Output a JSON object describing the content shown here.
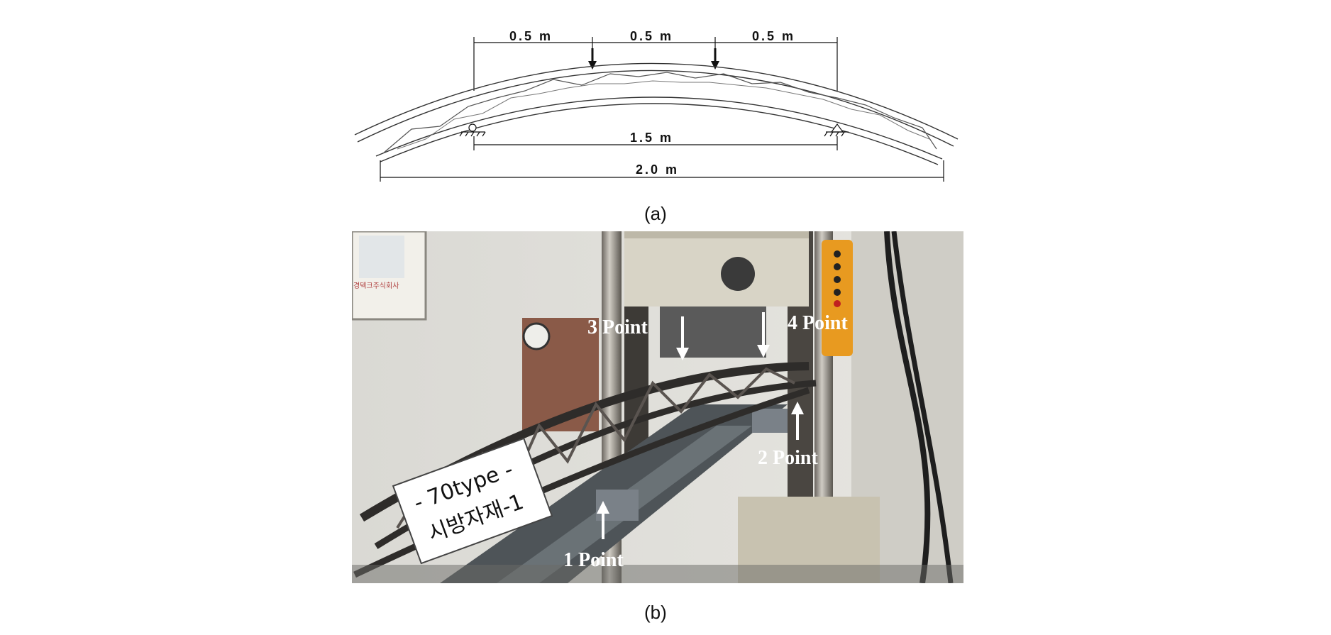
{
  "panel_a": {
    "caption": "(a)",
    "dimensions": {
      "seg1": "0.5 m",
      "seg2": "0.5 m",
      "seg3": "0.5 m",
      "support_span": "1.5 m",
      "total_span": "2.0 m"
    }
  },
  "panel_b": {
    "caption": "(b)",
    "points": {
      "p1": "1 Point",
      "p2": "2 Point",
      "p3": "3 Point",
      "p4": "4 Point"
    },
    "sign": {
      "line1": "- 70type -",
      "line2": "시방자재-1"
    },
    "poster_text": "경텍크주식회사"
  }
}
